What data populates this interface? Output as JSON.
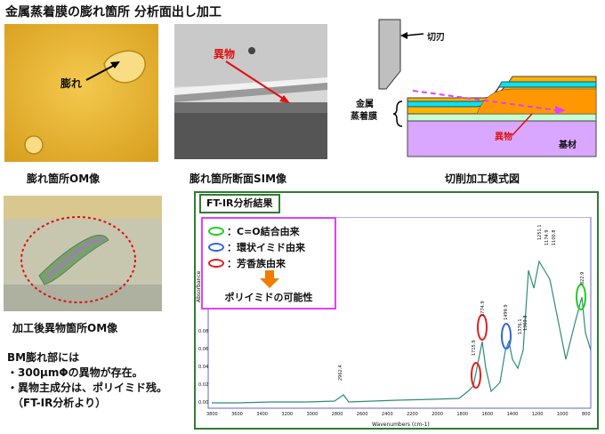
{
  "title": "金属蒸着膜の膨れ箇所 分析面出し加工",
  "panels": {
    "om_caption": "膨れ箇所OM像",
    "om_label": "膨れ",
    "sim_caption": "膨れ箇所断面SIM像",
    "sim_label": "異物",
    "schematic_caption": "切削加工模式図",
    "schematic_labels": {
      "blade": "切刃",
      "metal_line1": "金属",
      "metal_line2": "蒸着膜",
      "foreign": "異物",
      "substrate": "基材"
    },
    "processed_caption": "加工後異物箇所OM像"
  },
  "notes": [
    "BM膨れ部には",
    "・300μmΦの異物が存在。",
    "・異物主成分は、ポリイミド残。",
    "（FT-IR分析より）"
  ],
  "ftir": {
    "box_title": "FT-IR分析結果",
    "legend": [
      {
        "label": "：C=O結合由来",
        "color": "#22cc22"
      },
      {
        "label": "：環状イミド由来",
        "color": "#3366dd"
      },
      {
        "label": "：芳香族由来",
        "color": "#e02020"
      }
    ],
    "conclusion": "ポリイミドの可能性",
    "ylabel": "Absorbance",
    "xlabel": "Wavenumbers (cm-1)",
    "xticks": [
      "3800",
      "3600",
      "3400",
      "3200",
      "3000",
      "2800",
      "2600",
      "2400",
      "2200",
      "2000",
      "1800",
      "1600",
      "1400",
      "1200",
      "1000",
      "800"
    ],
    "yticks": [
      "0.00",
      "0.02",
      "0.04",
      "0.06",
      "0.08"
    ],
    "peak_labels": [
      "1251.1",
      "1174.9",
      "1100.8",
      "822.9",
      "1369.8",
      "1715.9",
      "1774.9",
      "1499.9",
      "1376.1",
      "2962.4"
    ]
  }
}
